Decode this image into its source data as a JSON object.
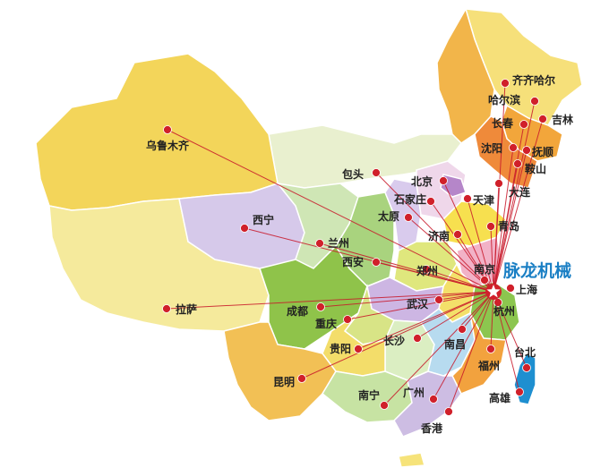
{
  "brand": {
    "name": "脉龙机械",
    "color": "#1a7fc4"
  },
  "hub": {
    "name": "上海"
  },
  "colors": {
    "route": "#c8182a",
    "dot": "#d0202a",
    "star": "#ffffff"
  },
  "cities": [
    {
      "id": "qiqihaer",
      "name": "齐齐哈尔"
    },
    {
      "id": "haerbin",
      "name": "哈尔滨"
    },
    {
      "id": "changchun",
      "name": "长春"
    },
    {
      "id": "jilin",
      "name": "吉林"
    },
    {
      "id": "shenyang",
      "name": "沈阳"
    },
    {
      "id": "fushun",
      "name": "抚顺"
    },
    {
      "id": "anshan",
      "name": "鞍山"
    },
    {
      "id": "dalian",
      "name": "大连"
    },
    {
      "id": "wulumuqi",
      "name": "乌鲁木齐"
    },
    {
      "id": "baotou",
      "name": "包头"
    },
    {
      "id": "beijing",
      "name": "北京"
    },
    {
      "id": "shijiazhuang",
      "name": "石家庄"
    },
    {
      "id": "tianjin",
      "name": "天津"
    },
    {
      "id": "taiyuan",
      "name": "太原"
    },
    {
      "id": "qingdao",
      "name": "青岛"
    },
    {
      "id": "xining",
      "name": "西宁"
    },
    {
      "id": "lanzhou",
      "name": "兰州"
    },
    {
      "id": "jinan",
      "name": "济南"
    },
    {
      "id": "xian",
      "name": "西安"
    },
    {
      "id": "zhengzhou",
      "name": "郑州"
    },
    {
      "id": "nanjing",
      "name": "南京"
    },
    {
      "id": "shanghai",
      "name": "上海"
    },
    {
      "id": "hangzhou",
      "name": "杭州"
    },
    {
      "id": "lasa",
      "name": "拉萨"
    },
    {
      "id": "chengdu",
      "name": "成都"
    },
    {
      "id": "wuhan",
      "name": "武汉"
    },
    {
      "id": "chongqing",
      "name": "重庆"
    },
    {
      "id": "guiyang",
      "name": "贵阳"
    },
    {
      "id": "changsha",
      "name": "长沙"
    },
    {
      "id": "nanchang",
      "name": "南昌"
    },
    {
      "id": "fuzhou",
      "name": "福州"
    },
    {
      "id": "taibei",
      "name": "台北"
    },
    {
      "id": "gaoxiong",
      "name": "高雄"
    },
    {
      "id": "kunming",
      "name": "昆明"
    },
    {
      "id": "nanning",
      "name": "南宁"
    },
    {
      "id": "guangzhou",
      "name": "广州"
    },
    {
      "id": "xianggang",
      "name": "香港"
    }
  ]
}
